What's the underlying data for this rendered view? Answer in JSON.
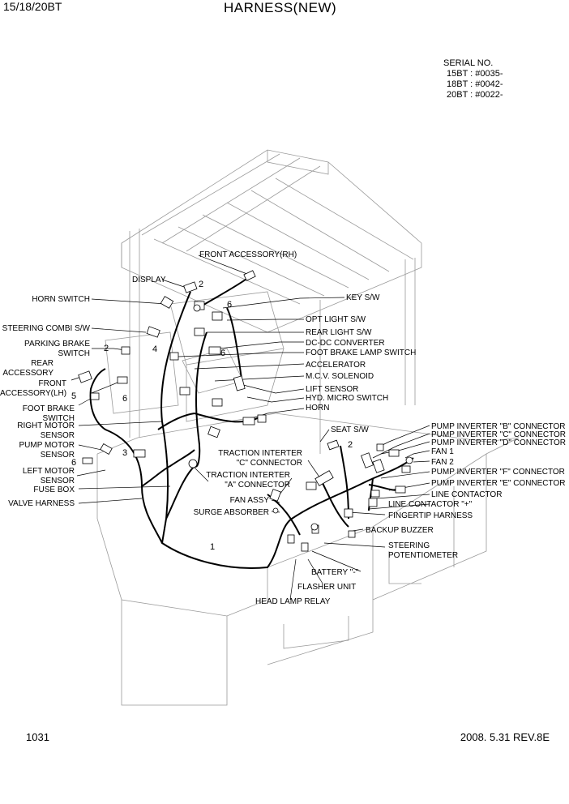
{
  "header": {
    "model": "15/18/20BT",
    "title": "HARNESS(NEW)"
  },
  "serial": {
    "heading": "SERIAL NO.",
    "lines": [
      "15BT : #0035-",
      "18BT : #0042-",
      "20BT : #0022-"
    ]
  },
  "footer": {
    "page": "1031",
    "revision": "2008. 5.31  REV.8E"
  },
  "labels": {
    "front_accessory_rh": "FRONT ACCESSORY(RH)",
    "display": "DISPLAY",
    "horn_switch": "HORN SWITCH",
    "key_sw": "KEY S/W",
    "opt_light_sw": "OPT LIGHT S/W",
    "steering_combi_sw": "STEERING COMBI S/W",
    "rear_light_sw": "REAR LIGHT S/W",
    "parking_brake_switch": [
      "PARKING BRAKE",
      "SWITCH"
    ],
    "dc_dc_converter": "DC-DC CONVERTER",
    "foot_brake_lamp_switch": "FOOT BRAKE LAMP SWITCH",
    "rear_accessory": [
      "REAR",
      "ACCESSORY"
    ],
    "accelerator": "ACCELERATOR",
    "mcv_solenoid": "M.C.V. SOLENOID",
    "front_accessory_lh": [
      "FRONT",
      "ACCESSORY(LH)"
    ],
    "lift_sensor": "LIFT SENSOR",
    "hyd_micro_switch": "HYD. MICRO SWITCH",
    "foot_brake_switch": [
      "FOOT BRAKE",
      "SWITCH"
    ],
    "horn": "HORN",
    "right_motor_sensor": [
      "RIGHT MOTOR",
      "SENSOR"
    ],
    "seat_sw": "SEAT S/W",
    "pump_motor_sensor": [
      "PUMP MOTOR",
      "SENSOR"
    ],
    "pump_inverter_b": "PUMP INVERTER \"B\" CONNECTOR",
    "pump_inverter_c": "PUMP INVERTER \"C\" CONNECTOR",
    "pump_inverter_d": "PUMP INVERTER \"D\" CONNECTOR",
    "traction_inverter_c": [
      "TRACTION INTERTER",
      "\"C\" CONNECTOR"
    ],
    "fan_1": "FAN 1",
    "fan_2": "FAN 2",
    "left_motor_sensor": [
      "LEFT MOTOR",
      "SENSOR"
    ],
    "pump_inverter_f": "PUMP INVERTER \"F\" CONNECTOR",
    "traction_inverter_a": [
      "TRACTION INTERTER",
      "\"A\" CONNECTOR"
    ],
    "fuse_box": "FUSE BOX",
    "pump_inverter_e": "PUMP INVERTER \"E\" CONNECTOR",
    "line_contactor": "LINE CONTACTOR",
    "fan_assy": "FAN ASSY",
    "valve_harness": "VALVE HARNESS",
    "line_contactor_plus": "LINE CONTACTOR \"+\"",
    "surge_absorber": "SURGE ABSORBER",
    "fingertip_harness": "FINGERTIP HARNESS",
    "backup_buzzer": "BACKUP BUZZER",
    "steering_potentiometer": [
      "STEERING",
      "POTENTIOMETER"
    ],
    "battery_minus": "BATTERY \"-\"",
    "flasher_unit": "FLASHER UNIT",
    "head_lamp_relay": "HEAD LAMP RELAY"
  },
  "callouts": {
    "n1": "1",
    "n2a": "2",
    "n2b": "2",
    "n2c": "2",
    "n3": "3",
    "n4": "4",
    "n5": "5",
    "n6a": "6",
    "n6b": "6",
    "n6c": "6",
    "n6d": "6"
  }
}
